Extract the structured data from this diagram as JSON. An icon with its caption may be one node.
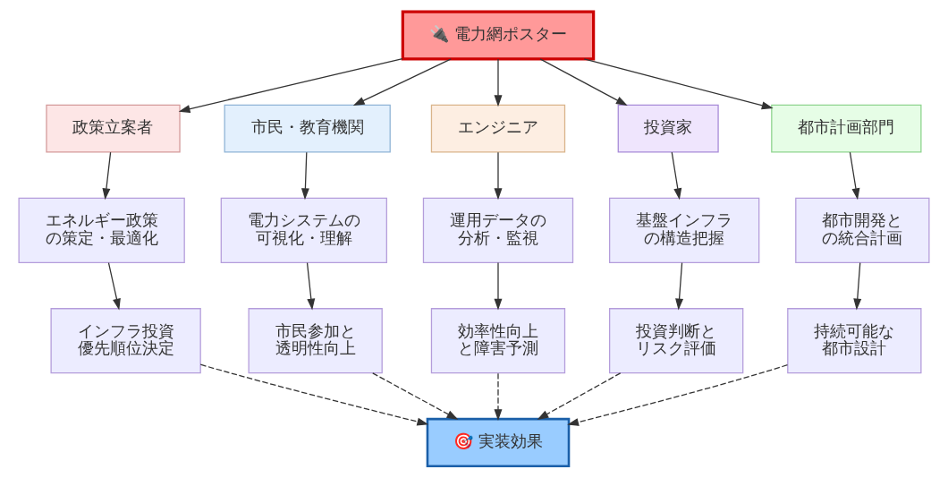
{
  "diagram": {
    "nodes": [
      {
        "text": [
          "🔌 電力網ポスター"
        ]
      },
      {
        "text": [
          "政策立案者"
        ]
      },
      {
        "text": [
          "市民・教育機関"
        ]
      },
      {
        "text": [
          "エンジニア"
        ]
      },
      {
        "text": [
          "投資家"
        ]
      },
      {
        "text": [
          "都市計画部門"
        ]
      },
      {
        "text": [
          "エネルギー政策の策定・最適化"
        ]
      },
      {
        "text": [
          "電力システムの可視化・理解"
        ]
      },
      {
        "text": [
          "運用データの分析・監視"
        ]
      },
      {
        "text": [
          "基盤インフラの構造把握"
        ]
      },
      {
        "text": [
          "都市開発との統合計画"
        ]
      },
      {
        "text": [
          "インフラ投資優先順位決定"
        ]
      },
      {
        "text": [
          "市民参加と透明性向上"
        ]
      },
      {
        "text": [
          "効率性向上と障害予測"
        ]
      },
      {
        "text": [
          "投資判断とリスク評価"
        ]
      },
      {
        "text": [
          "持続可能な都市設計"
        ]
      },
      {
        "text": [
          "🎯 実装効果"
        ]
      }
    ],
    "edges": [
      {
        "from": 0,
        "to": 1,
        "arrow": "to"
      },
      {
        "from": 0,
        "to": 2,
        "arrow": "to"
      },
      {
        "from": 0,
        "to": 3,
        "arrow": "to"
      },
      {
        "from": 0,
        "to": 4,
        "arrow": "to"
      },
      {
        "from": 0,
        "to": 5,
        "arrow": "to"
      },
      {
        "from": 1,
        "to": 6,
        "arrow": "to"
      },
      {
        "from": 2,
        "to": 7,
        "arrow": "to"
      },
      {
        "from": 3,
        "to": 8,
        "arrow": "to"
      },
      {
        "from": 4,
        "to": 9,
        "arrow": "to"
      },
      {
        "from": 5,
        "to": 10,
        "arrow": "to"
      },
      {
        "from": 6,
        "to": 11,
        "arrow": "to"
      },
      {
        "from": 7,
        "to": 12,
        "arrow": "to"
      },
      {
        "from": 8,
        "to": 13,
        "arrow": "to"
      },
      {
        "from": 9,
        "to": 14,
        "arrow": "to"
      },
      {
        "from": 10,
        "to": 15,
        "arrow": "to"
      },
      {
        "from": 11,
        "to": 16,
        "arrow": "to",
        "style": "dashed"
      },
      {
        "from": 12,
        "to": 16,
        "arrow": "to",
        "style": "dashed"
      },
      {
        "from": 13,
        "to": 16,
        "arrow": "to",
        "style": "dashed"
      },
      {
        "from": 14,
        "to": 16,
        "arrow": "to",
        "style": "dashed"
      },
      {
        "from": 15,
        "to": 16,
        "arrow": "to",
        "style": "dashed"
      }
    ]
  }
}
